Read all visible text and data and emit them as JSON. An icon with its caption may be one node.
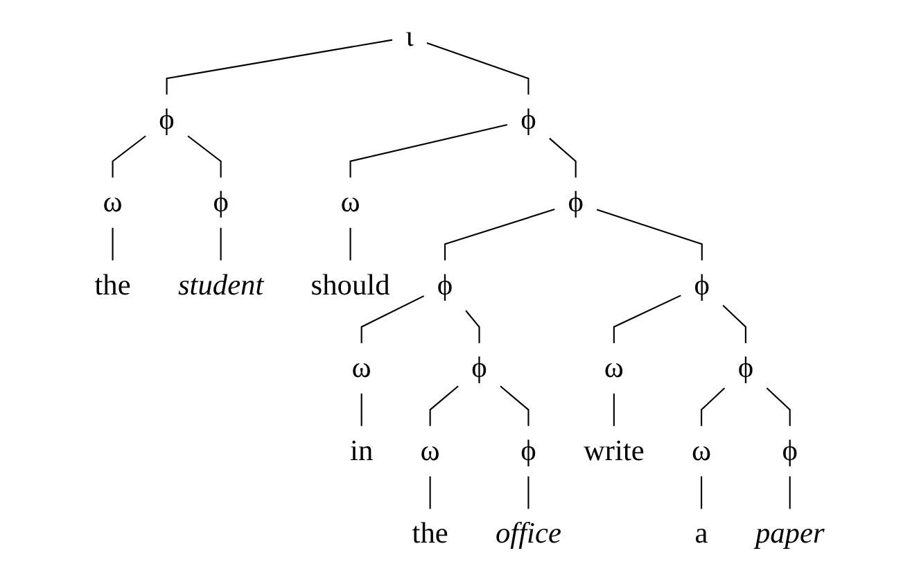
{
  "diagram": {
    "nodes": [
      {
        "text": [
          "ι"
        ]
      },
      {
        "text": [
          "ϕ"
        ]
      },
      {
        "text": [
          "ϕ"
        ]
      },
      {
        "text": [
          "ω"
        ]
      },
      {
        "text": [
          "ϕ"
        ]
      },
      {
        "text": [
          "ω"
        ]
      },
      {
        "text": [
          "ϕ"
        ]
      },
      {
        "text": [
          "the"
        ]
      },
      {
        "text": [
          "student"
        ]
      },
      {
        "text": [
          "should"
        ]
      },
      {
        "text": [
          "ϕ"
        ]
      },
      {
        "text": [
          "ϕ"
        ]
      },
      {
        "text": [
          "ω"
        ]
      },
      {
        "text": [
          "ϕ"
        ]
      },
      {
        "text": [
          "ω"
        ]
      },
      {
        "text": [
          "ϕ"
        ]
      },
      {
        "text": [
          "in"
        ]
      },
      {
        "text": [
          "ω"
        ]
      },
      {
        "text": [
          "ϕ"
        ]
      },
      {
        "text": [
          "write"
        ]
      },
      {
        "text": [
          "ω"
        ]
      },
      {
        "text": [
          "ϕ"
        ]
      },
      {
        "text": [
          "the"
        ]
      },
      {
        "text": [
          "office"
        ]
      },
      {
        "text": [
          "a"
        ]
      },
      {
        "text": [
          "paper"
        ]
      }
    ],
    "edges": [
      {
        "from": 0,
        "to": 1,
        "arrow": "none"
      },
      {
        "from": 0,
        "to": 2,
        "arrow": "none"
      },
      {
        "from": 1,
        "to": 3,
        "arrow": "none"
      },
      {
        "from": 1,
        "to": 4,
        "arrow": "none"
      },
      {
        "from": 3,
        "to": 7,
        "arrow": "none"
      },
      {
        "from": 4,
        "to": 8,
        "arrow": "none"
      },
      {
        "from": 2,
        "to": 5,
        "arrow": "none"
      },
      {
        "from": 2,
        "to": 6,
        "arrow": "none"
      },
      {
        "from": 5,
        "to": 9,
        "arrow": "none"
      },
      {
        "from": 6,
        "to": 10,
        "arrow": "none"
      },
      {
        "from": 6,
        "to": 11,
        "arrow": "none"
      },
      {
        "from": 10,
        "to": 12,
        "arrow": "none"
      },
      {
        "from": 10,
        "to": 13,
        "arrow": "none"
      },
      {
        "from": 12,
        "to": 16,
        "arrow": "none"
      },
      {
        "from": 13,
        "to": 17,
        "arrow": "none"
      },
      {
        "from": 13,
        "to": 18,
        "arrow": "none"
      },
      {
        "from": 17,
        "to": 22,
        "arrow": "none"
      },
      {
        "from": 18,
        "to": 23,
        "arrow": "none"
      },
      {
        "from": 11,
        "to": 14,
        "arrow": "none"
      },
      {
        "from": 11,
        "to": 15,
        "arrow": "none"
      },
      {
        "from": 14,
        "to": 19,
        "arrow": "none"
      },
      {
        "from": 15,
        "to": 20,
        "arrow": "none"
      },
      {
        "from": 15,
        "to": 21,
        "arrow": "none"
      },
      {
        "from": 20,
        "to": 24,
        "arrow": "none"
      },
      {
        "from": 21,
        "to": 25,
        "arrow": "none"
      }
    ]
  }
}
